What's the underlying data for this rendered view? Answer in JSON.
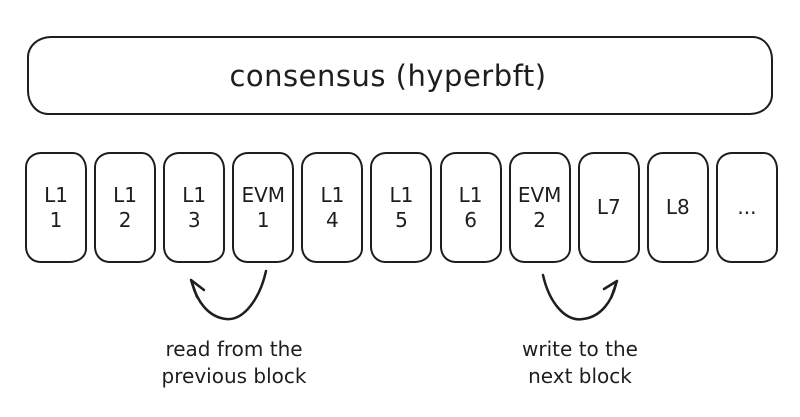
{
  "colors": {
    "stroke": "#1e1e1e",
    "background": "#ffffff"
  },
  "consensus_box": {
    "label": "consensus (hyperbft)"
  },
  "blocks": [
    {
      "line1": "L1",
      "line2": "1"
    },
    {
      "line1": "L1",
      "line2": "2"
    },
    {
      "line1": "L1",
      "line2": "3"
    },
    {
      "line1": "EVM",
      "line2": "1"
    },
    {
      "line1": "L1",
      "line2": "4"
    },
    {
      "line1": "L1",
      "line2": "5"
    },
    {
      "line1": "L1",
      "line2": "6"
    },
    {
      "line1": "EVM",
      "line2": "2"
    },
    {
      "line1": "L7",
      "line2": ""
    },
    {
      "line1": "L8",
      "line2": ""
    },
    {
      "line1": "...",
      "line2": ""
    }
  ],
  "annotations": {
    "read": {
      "line1": "read from the",
      "line2": "previous block"
    },
    "write": {
      "line1": "write to the",
      "line2": "next block"
    }
  }
}
